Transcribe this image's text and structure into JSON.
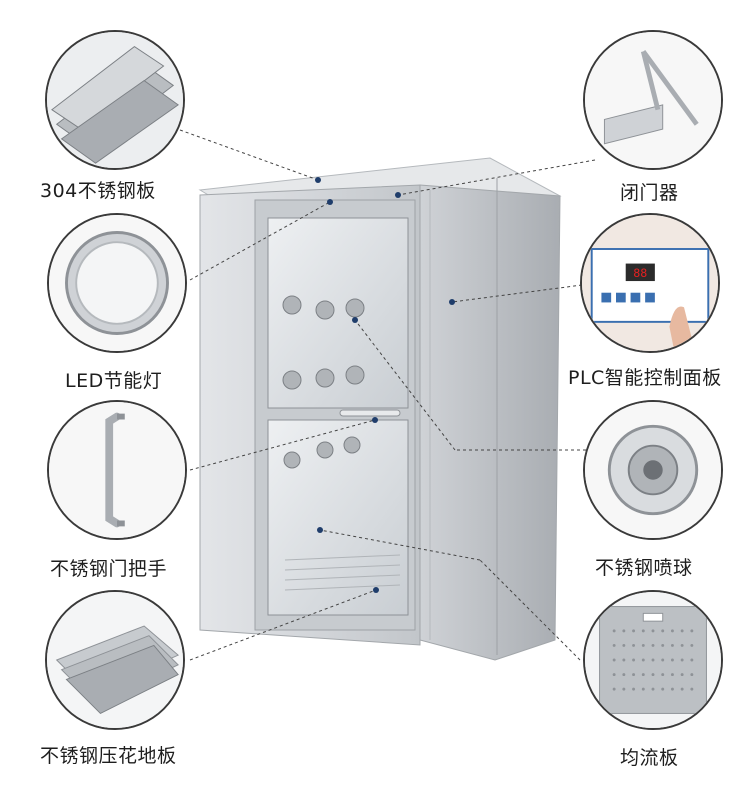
{
  "labels": {
    "steel_304": "304不锈钢板",
    "led_light": "LED节能灯",
    "door_handle": "不锈钢门把手",
    "floor_plate": "不锈钢压花地板",
    "door_closer": "闭门器",
    "plc_panel": "PLC智能控制面板",
    "nozzle": "不锈钢喷球",
    "flow_plate": "均流板"
  },
  "colors": {
    "steel_light": "#d9dcdf",
    "steel_mid": "#b9bdc1",
    "steel_dark": "#8e9297",
    "leader": "#444444",
    "dot": "#1f3d6b",
    "panel_blue": "#3a6fb0",
    "led_red": "#e02020"
  }
}
